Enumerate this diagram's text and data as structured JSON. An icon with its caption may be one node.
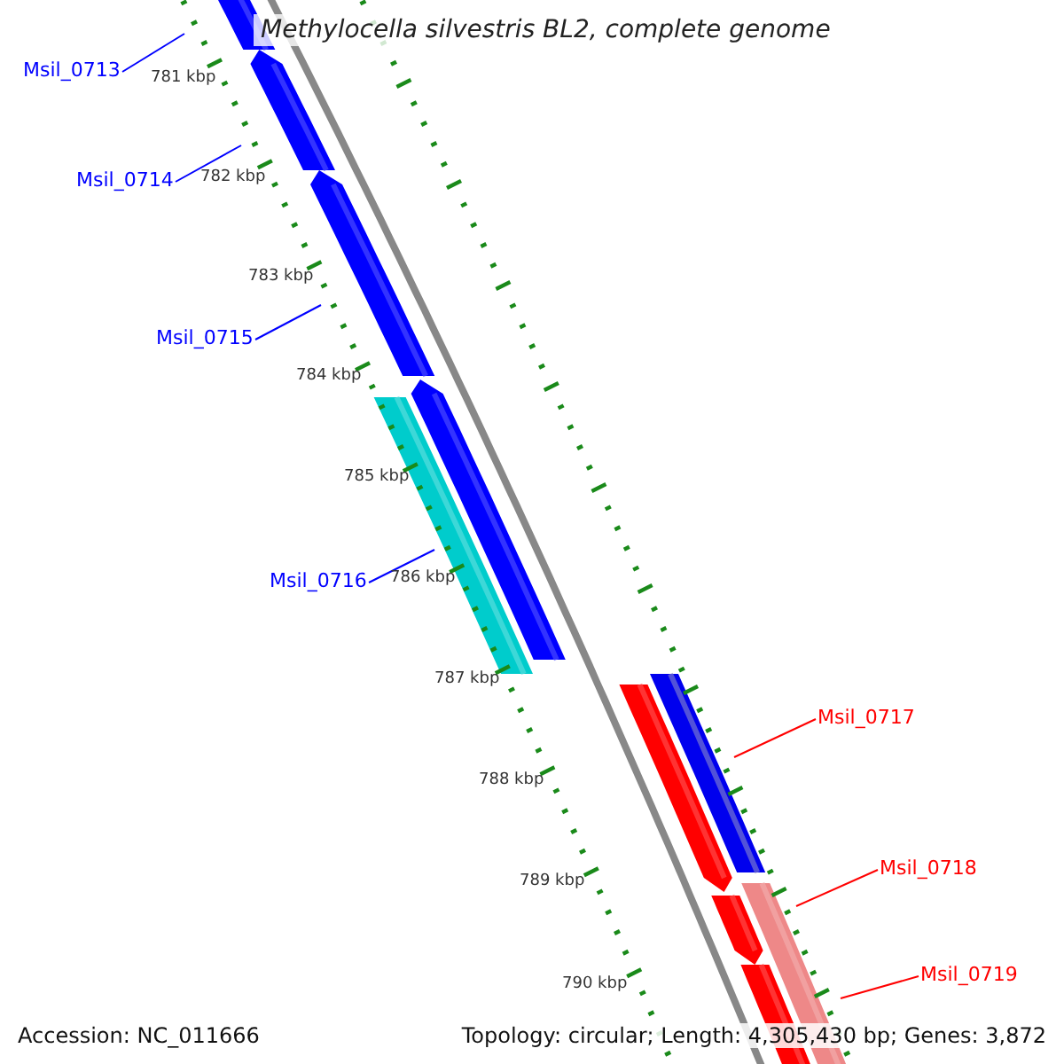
{
  "diagram": {
    "title": "Methylocella silvestris BL2, complete genome",
    "nodes": [
      {
        "text": [
          "Msil_0713"
        ]
      },
      {
        "text": [
          "Msil_0714"
        ]
      },
      {
        "text": [
          "Msil_0715"
        ]
      },
      {
        "text": [
          "Msil_0716"
        ]
      },
      {
        "text": [
          "Msil_0717"
        ]
      },
      {
        "text": [
          "Msil_0718"
        ]
      },
      {
        "text": [
          "Msil_0719"
        ]
      }
    ],
    "edges": [
      {
        "from": 0,
        "to": null,
        "arrow": "none"
      },
      {
        "from": 1,
        "to": null,
        "arrow": "none"
      },
      {
        "from": 2,
        "to": null,
        "arrow": "none"
      },
      {
        "from": 3,
        "to": null,
        "arrow": "none"
      },
      {
        "from": 4,
        "to": null,
        "arrow": "none",
        "color": "#ff0000"
      },
      {
        "from": 5,
        "to": null,
        "arrow": "none",
        "color": "#ff0000"
      },
      {
        "from": 6,
        "to": null,
        "arrow": "none",
        "color": "#ff0000"
      }
    ],
    "labels": [
      "781 kbp",
      "782 kbp",
      "783 kbp",
      "784 kbp",
      "785 kbp",
      "786 kbp",
      "787 kbp",
      "788 kbp",
      "789 kbp",
      "790 kbp",
      "Accession: NC_011666",
      "Topology: circular; Length: 4,305,430 bp; Genes: 3,872"
    ]
  }
}
